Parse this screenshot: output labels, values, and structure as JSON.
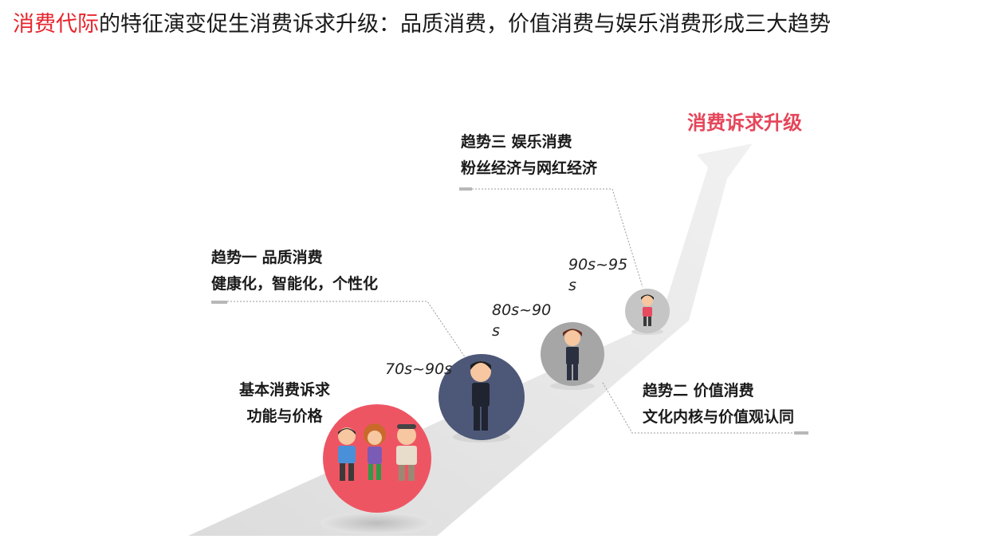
{
  "title": {
    "highlight": "消费代际",
    "rest": "的特征演变促生消费诉求升级：品质消费，价值消费与娱乐消费形成三大趋势"
  },
  "goal_label": "消费诉求升级",
  "base": {
    "line1": "基本消费诉求",
    "line2": "功能与价格"
  },
  "trend1": {
    "line1": "趋势一 品质消费",
    "line2": "健康化，智能化，个性化"
  },
  "trend2": {
    "line1": "趋势二 价值消费",
    "line2": "文化内核与价值观认同"
  },
  "trend3": {
    "line1": "趋势三 娱乐消费",
    "line2": "粉丝经济与网红经济"
  },
  "eras": [
    "70s~90s",
    "80s~90\ns",
    "90s~95\ns"
  ],
  "colors": {
    "accent_red": "#e8262e",
    "goal_pink": "#e5465a",
    "circle_red": "#ee5563",
    "circle_navy": "#4d5878",
    "circle_gray": "#a6a6a6",
    "circle_light": "#c5c5c5",
    "arrow_gray": "#e6e6e6"
  }
}
